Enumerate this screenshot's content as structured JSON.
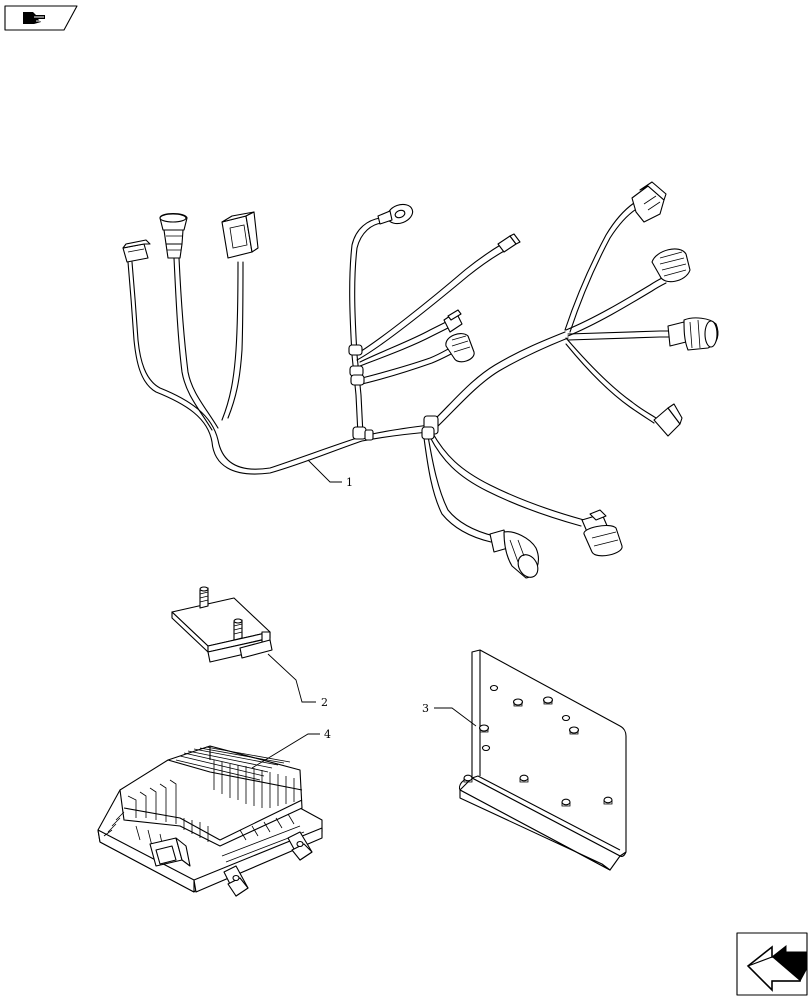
{
  "nav": {
    "prev_icon": "hand-pointer-prev-icon",
    "next_icon": "arrow-next-icon"
  },
  "callouts": {
    "part1": "1",
    "part2": "2",
    "part3": "3",
    "part4": "4"
  }
}
